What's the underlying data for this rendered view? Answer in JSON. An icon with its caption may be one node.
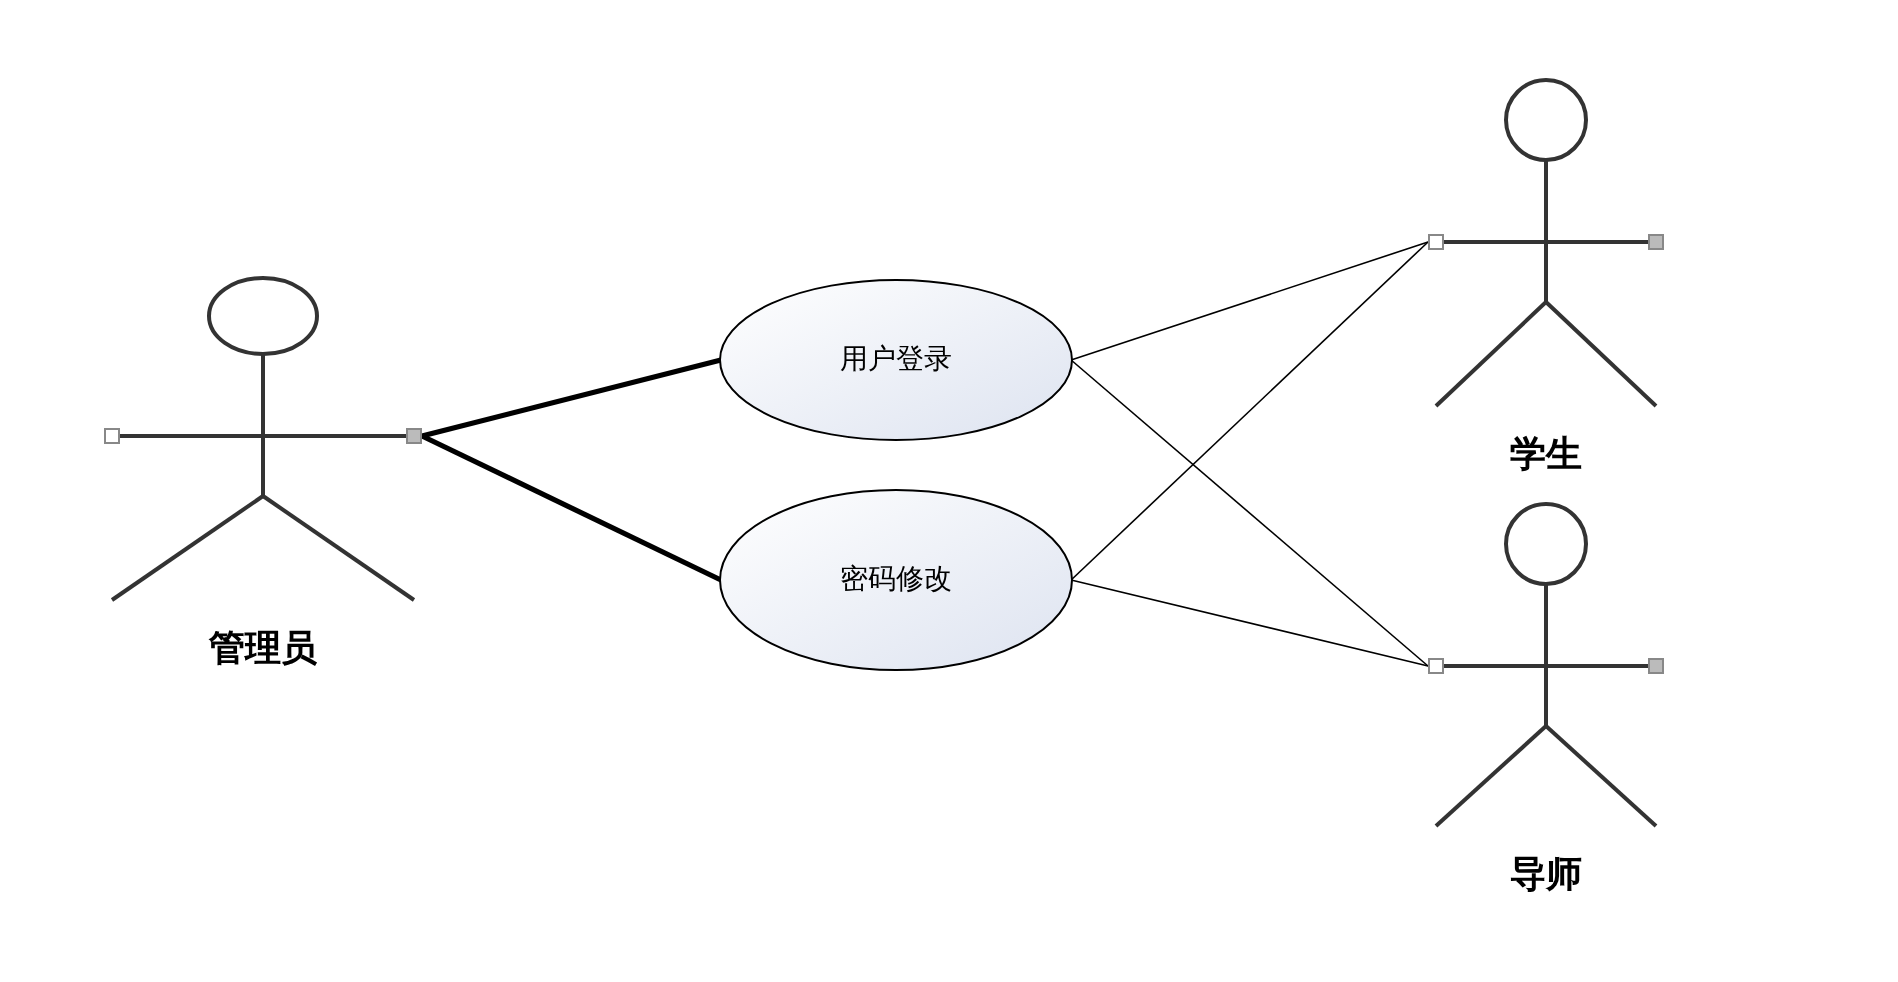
{
  "diagram": {
    "nodes": [
      {
        "text": [
          "管理员"
        ]
      },
      {
        "text": [
          "用户登录"
        ]
      },
      {
        "text": [
          "密码修改"
        ]
      },
      {
        "text": [
          "学生"
        ]
      },
      {
        "text": [
          "导师"
        ]
      }
    ],
    "edges": [
      {
        "from": 0,
        "to": 1,
        "arrow": "none",
        "style": "thick"
      },
      {
        "from": 0,
        "to": 2,
        "arrow": "none",
        "style": "thick"
      },
      {
        "from": 1,
        "to": 3,
        "arrow": "none"
      },
      {
        "from": 1,
        "to": 4,
        "arrow": "none"
      },
      {
        "from": 2,
        "to": 3,
        "arrow": "none"
      },
      {
        "from": 2,
        "to": 4,
        "arrow": "none"
      }
    ]
  }
}
